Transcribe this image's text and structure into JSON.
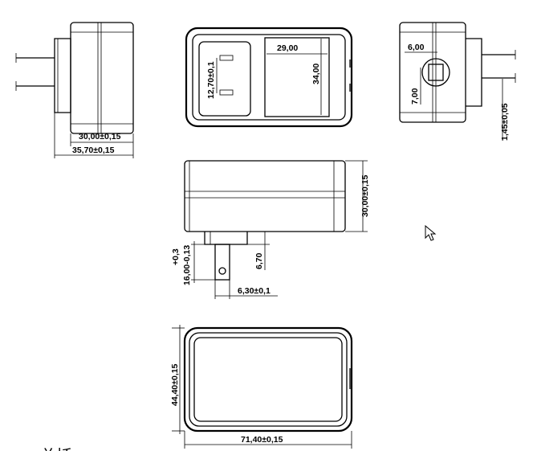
{
  "dimensions": {
    "side_width": "30,00±0,15",
    "side_total_width": "35,70±0,15",
    "plug_spacing": "12,70±0,1",
    "label_width": "29,00",
    "label_height": "34,00",
    "hole_width": "6,00",
    "hole_height": "7,00",
    "blade_thickness": "1,45±0,05",
    "body_height": "30,00±0,15",
    "blade_length_tol_upper": "+0,3",
    "blade_length": "16,00-0,13",
    "blade_offset": "6,70",
    "blade_width": "6,30±0,1",
    "bottom_height": "44,40±0,15",
    "bottom_width": "71,40±0,15"
  },
  "footer_text": "总括"
}
